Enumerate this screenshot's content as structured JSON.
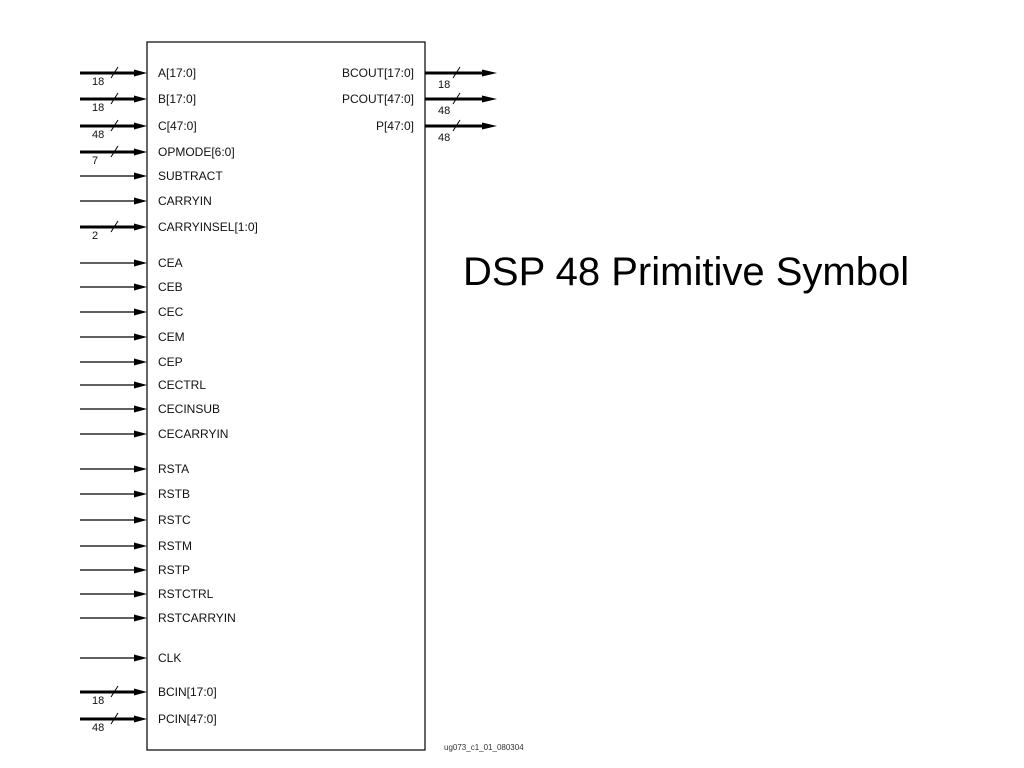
{
  "title": "DSP 48 Primitive Symbol",
  "figure_id": "ug073_c1_01_080304",
  "inputs": [
    {
      "label": "A[17:0]",
      "bus": true,
      "width": "18"
    },
    {
      "label": "B[17:0]",
      "bus": true,
      "width": "18"
    },
    {
      "label": "C[47:0]",
      "bus": true,
      "width": "48"
    },
    {
      "label": "OPMODE[6:0]",
      "bus": true,
      "width": "7"
    },
    {
      "label": "SUBTRACT",
      "bus": false
    },
    {
      "label": "CARRYIN",
      "bus": false
    },
    {
      "label": "CARRYINSEL[1:0]",
      "bus": true,
      "width": "2"
    },
    {
      "label": "CEA",
      "bus": false
    },
    {
      "label": "CEB",
      "bus": false
    },
    {
      "label": "CEC",
      "bus": false
    },
    {
      "label": "CEM",
      "bus": false
    },
    {
      "label": "CEP",
      "bus": false
    },
    {
      "label": "CECTRL",
      "bus": false
    },
    {
      "label": "CECINSUB",
      "bus": false
    },
    {
      "label": "CECARRYIN",
      "bus": false
    },
    {
      "label": "RSTA",
      "bus": false
    },
    {
      "label": "RSTB",
      "bus": false
    },
    {
      "label": "RSTC",
      "bus": false
    },
    {
      "label": "RSTM",
      "bus": false
    },
    {
      "label": "RSTP",
      "bus": false
    },
    {
      "label": "RSTCTRL",
      "bus": false
    },
    {
      "label": "RSTCARRYIN",
      "bus": false
    },
    {
      "label": "CLK",
      "bus": false
    },
    {
      "label": "BCIN[17:0]",
      "bus": true,
      "width": "18"
    },
    {
      "label": "PCIN[47:0]",
      "bus": true,
      "width": "48"
    }
  ],
  "outputs": [
    {
      "label": "BCOUT[17:0]",
      "bus": true,
      "width": "18"
    },
    {
      "label": "PCOUT[47:0]",
      "bus": true,
      "width": "48"
    },
    {
      "label": "P[47:0]",
      "bus": true,
      "width": "48"
    }
  ]
}
